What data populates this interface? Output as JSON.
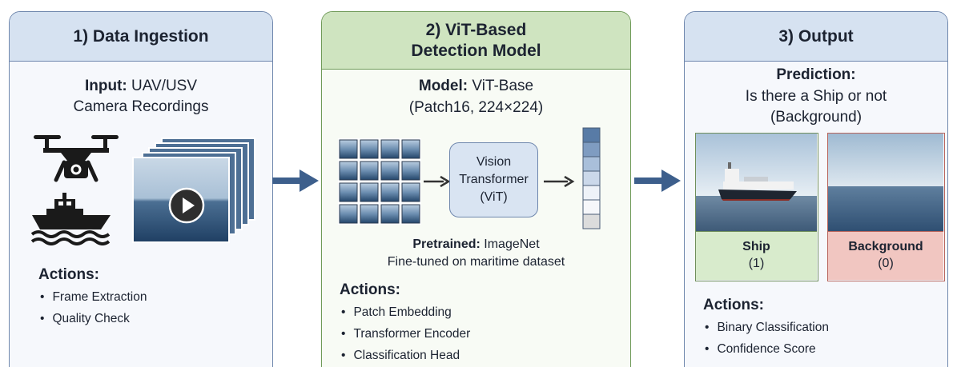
{
  "panels": {
    "ingestion": {
      "title": "1) Data Ingestion",
      "input_label": "Input:",
      "input_value_line1": "UAV/USV",
      "input_value_line2": "Camera Recordings",
      "actions_title": "Actions:",
      "actions": [
        "Frame Extraction",
        "Quality Check"
      ],
      "icons": [
        "drone-icon",
        "boat-icon",
        "video-frames-icon",
        "play-icon"
      ]
    },
    "model": {
      "title_line1": "2) ViT-Based",
      "title_line2": "Detection Model",
      "model_label": "Model:",
      "model_value": "ViT-Base",
      "model_config": "(Patch16, 224×224)",
      "vit_block_line1": "Vision",
      "vit_block_line2": "Transformer",
      "vit_block_line3": "(ViT)",
      "pretrained_label": "Pretrained:",
      "pretrained_value": "ImageNet",
      "finetune_text": "Fine-tuned on maritime dataset",
      "actions_title": "Actions:",
      "actions": [
        "Patch Embedding",
        "Transformer Encoder",
        "Classification Head"
      ]
    },
    "output": {
      "title": "3) Output",
      "prediction_label": "Prediction:",
      "prediction_line1": "Is there a Ship or not",
      "prediction_line2": "(Background)",
      "ship_label": "Ship",
      "ship_value": "(1)",
      "background_label": "Background",
      "background_value": "(0)",
      "actions_title": "Actions:",
      "actions": [
        "Binary Classification",
        "Confidence Score"
      ]
    }
  },
  "colors": {
    "blue_header": "#d6e2f1",
    "green_header": "#cfe4c0",
    "arrow_blue": "#3d5f8c",
    "ship_green": "#d8ebcc",
    "background_red": "#f1c6c1"
  }
}
